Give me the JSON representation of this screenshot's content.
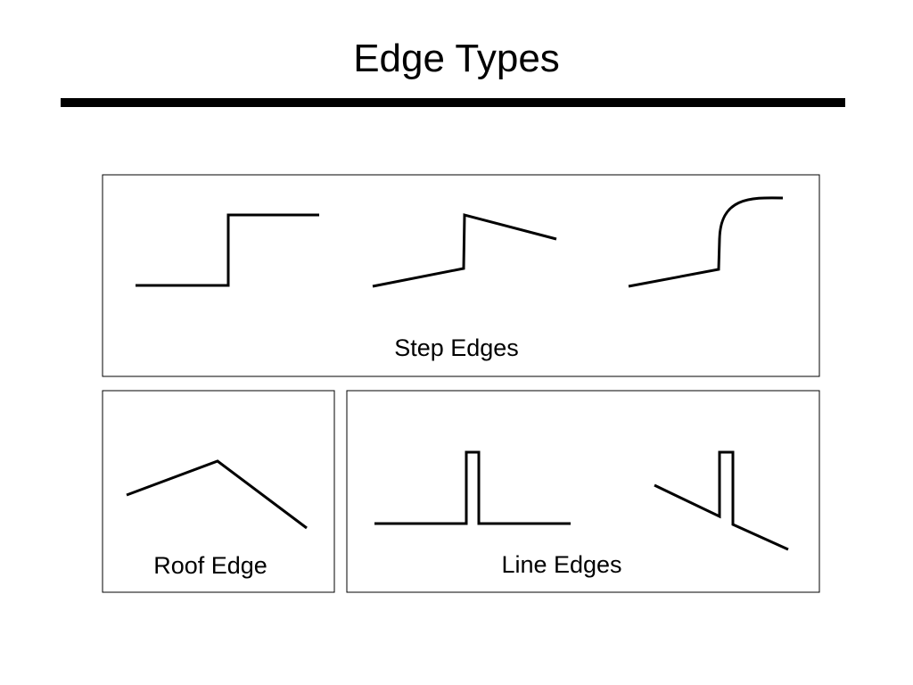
{
  "title": "Edge Types",
  "step_edges": {
    "caption": "Step Edges"
  },
  "roof_edge": {
    "caption": "Roof Edge"
  },
  "line_edges": {
    "caption": "Line Edges"
  },
  "colors": {
    "ink": "#000000",
    "background": "#ffffff"
  }
}
